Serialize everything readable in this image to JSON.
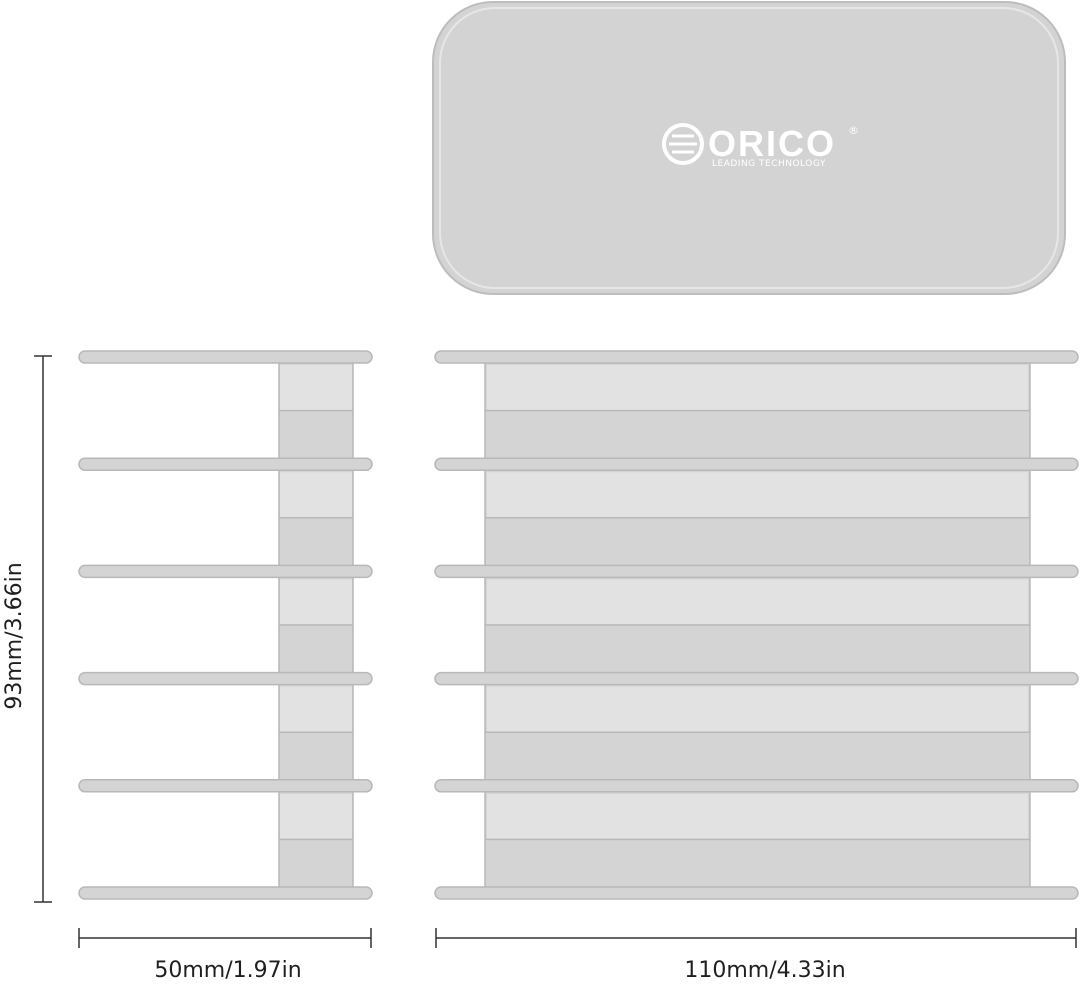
{
  "brand": {
    "name": "ORICO",
    "registered_mark": "®",
    "tagline": "LEADING TECHNOLOGY"
  },
  "dimensions": {
    "height_label": "93mm/3.66in",
    "depth_label": "50mm/1.97in",
    "width_label": "110mm/4.33in"
  },
  "product": {
    "shelf_count": 6,
    "colors": {
      "body": "#d4d4d4",
      "body_light": "#e2e2e2",
      "body_dark": "#c2c2c2",
      "edge": "#b8b8b8",
      "dimension_line": "#333333"
    }
  }
}
